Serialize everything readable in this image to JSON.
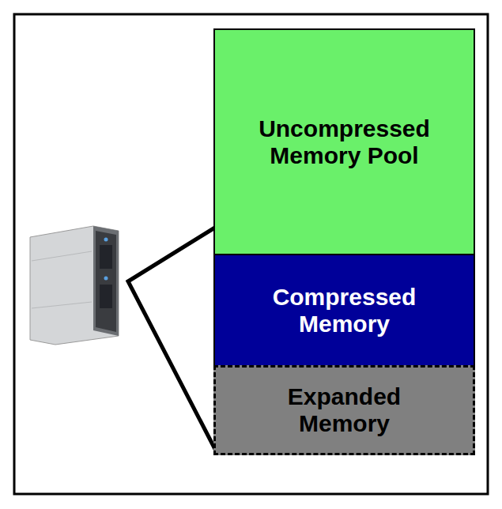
{
  "diagram": {
    "nodes": [
      {
        "text": [
          "Uncompressed Memory Pool"
        ]
      },
      {
        "text": [
          "Compressed Memory"
        ]
      },
      {
        "text": [
          "Expanded Memory"
        ]
      }
    ]
  }
}
